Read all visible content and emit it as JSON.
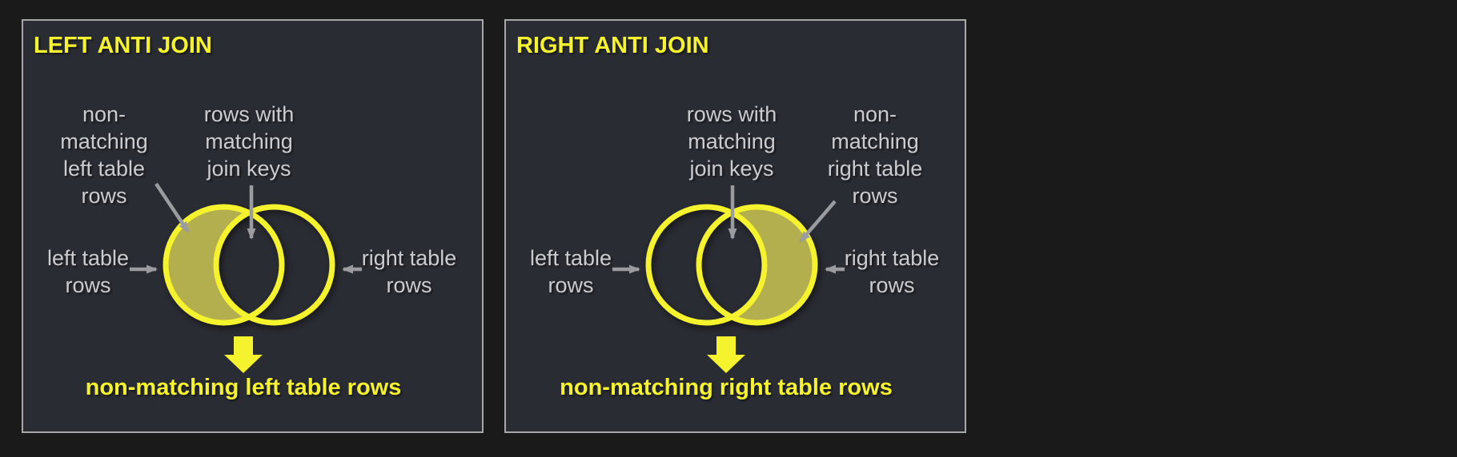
{
  "colors": {
    "page_background": "#1a1a1a",
    "panel_background": "#2a2c33",
    "panel_border": "#a8a8a8",
    "accent_yellow": "#f5f22e",
    "highlight_fill": "#b3af4e",
    "label_gray": "#cbcccf",
    "arrow_gray": "#9b9ca0"
  },
  "panels": [
    {
      "title": "LEFT ANTI JOIN",
      "highlighted_region": "left-crescent",
      "labels": {
        "non_matching": "non-\nmatching\nleft table\nrows",
        "matching": "rows with\nmatching\njoin keys",
        "left_table": "left table\nrows",
        "right_table": "right table\nrows",
        "result": "non-matching left table rows"
      }
    },
    {
      "title": "RIGHT ANTI JOIN",
      "highlighted_region": "right-crescent",
      "labels": {
        "non_matching": "non-\nmatching\nright table\nrows",
        "matching": "rows with\nmatching\njoin keys",
        "left_table": "left table\nrows",
        "right_table": "right table\nrows",
        "result": "non-matching right table rows"
      }
    }
  ]
}
